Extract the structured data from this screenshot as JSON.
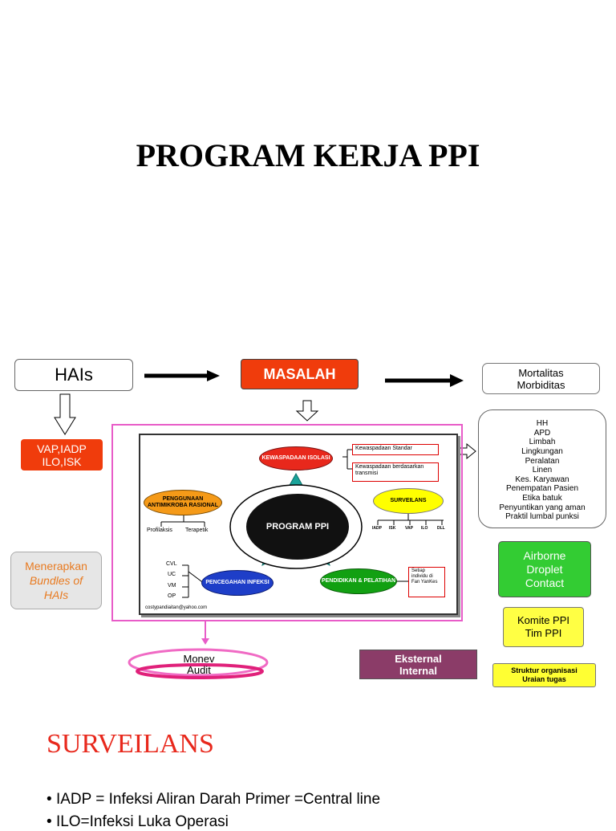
{
  "slide": {
    "title": "PROGRAM KERJA PPI"
  },
  "diagram": {
    "hais": "HAIs",
    "masalah": "MASALAH",
    "mortalitas": "Mortalitas",
    "morbiditas": "Morbiditas",
    "vap_line1": "VAP,IADP",
    "vap_line2": "ILO,ISK",
    "bundles_line1": "Menerapkan",
    "bundles_line2": "Bundles of",
    "bundles_line3": "HAIs",
    "hh_items": [
      "HH",
      "APD",
      "Limbah",
      "Lingkungan",
      "Peralatan",
      "Linen",
      "Kes. Karyawan",
      "Penempatan Pasien",
      "Etika batuk",
      "Penyuntikan yang aman",
      "Praktil lumbal punksi"
    ],
    "transmisi": [
      "Airborne",
      "Droplet",
      "Contact"
    ],
    "komite": [
      "Komite PPI",
      "Tim PPI"
    ],
    "struktur": [
      "Struktur organisasi",
      "Uraian tugas"
    ],
    "eksternal": [
      "Eksternal",
      "Internal"
    ],
    "monev": [
      "Monev",
      "Audit"
    ]
  },
  "figure": {
    "center": "PROGRAM PPI",
    "kewaspadaan": "KEWASPADAAN ISOLASI",
    "standar": "Kewaspadaan Standar",
    "transmisi_box": "Kewaspadaan berdasarkan transmisi",
    "antimikroba": "PENGGUNAAN ANTIMIKROBA RASIONAL",
    "profilaksis": "Profilaksis",
    "terapetik": "Terapetik",
    "surveilans": "SURVEILANS",
    "surv_items": [
      "IADP",
      "ISK",
      "VAP",
      "ILO",
      "DLL"
    ],
    "pencegahan": "PENCEGAHAN INFEKSI",
    "pencegahan_items": [
      "CVL",
      "UC",
      "VM",
      "OP"
    ],
    "pendidikan": "PENDIDIKAN & PELATIHAN",
    "setiap": "Setiap individu di Fan YanKes",
    "email": "costypandiaitan@yahoo.com"
  },
  "surveilans_section": {
    "heading": "SURVEILANS",
    "bullets": [
      "IADP = Infeksi Aliran Darah Primer =Central line",
      "ILO=Infeksi Luka Operasi"
    ]
  },
  "colors": {
    "accent_red": "#f03c0c",
    "pink_frame": "#e85cc8",
    "green": "#33cc33",
    "yellow": "#ffff44",
    "plum": "#8b3c68",
    "heading_red": "#e8281c"
  }
}
